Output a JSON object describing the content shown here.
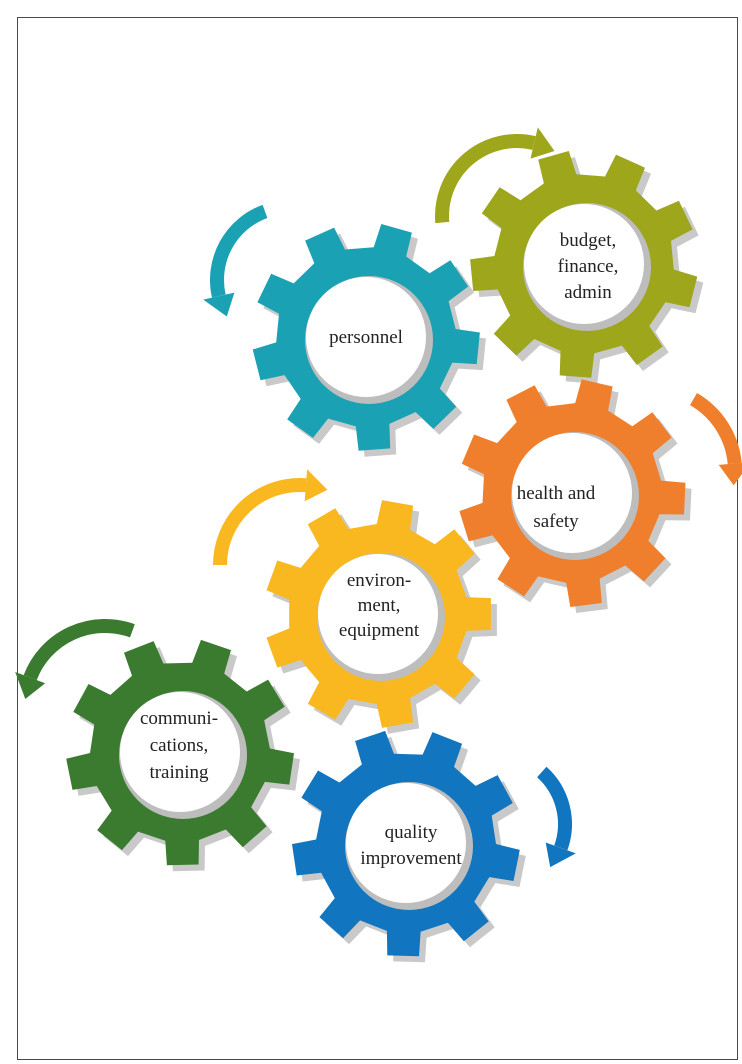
{
  "gears": [
    {
      "id": "personnel",
      "color": "#1aa2b4",
      "lines": [
        "personnel"
      ]
    },
    {
      "id": "budget",
      "color": "#9ea61c",
      "lines": [
        "budget,",
        "finance,",
        "admin"
      ]
    },
    {
      "id": "health",
      "color": "#ef7f2c",
      "lines": [
        "health and",
        "safety"
      ]
    },
    {
      "id": "environment",
      "color": "#f9b81f",
      "lines": [
        "environ-",
        "ment,",
        "equipment"
      ]
    },
    {
      "id": "comms",
      "color": "#3a7b30",
      "lines": [
        "communi-",
        "cations,",
        "training"
      ]
    },
    {
      "id": "quality",
      "color": "#1175bf",
      "lines": [
        "quality",
        "improvement"
      ]
    }
  ],
  "arrows": [
    {
      "id": "personnel-arrow",
      "color": "#1aa2b4",
      "direction": "counter-clockwise"
    },
    {
      "id": "budget-arrow",
      "color": "#9ea61c",
      "direction": "clockwise"
    },
    {
      "id": "health-arrow",
      "color": "#ef7f2c",
      "direction": "clockwise"
    },
    {
      "id": "environment-arrow",
      "color": "#f9b81f",
      "direction": "clockwise"
    },
    {
      "id": "comms-arrow",
      "color": "#3a7b30",
      "direction": "counter-clockwise"
    },
    {
      "id": "quality-arrow",
      "color": "#1175bf",
      "direction": "clockwise"
    }
  ]
}
